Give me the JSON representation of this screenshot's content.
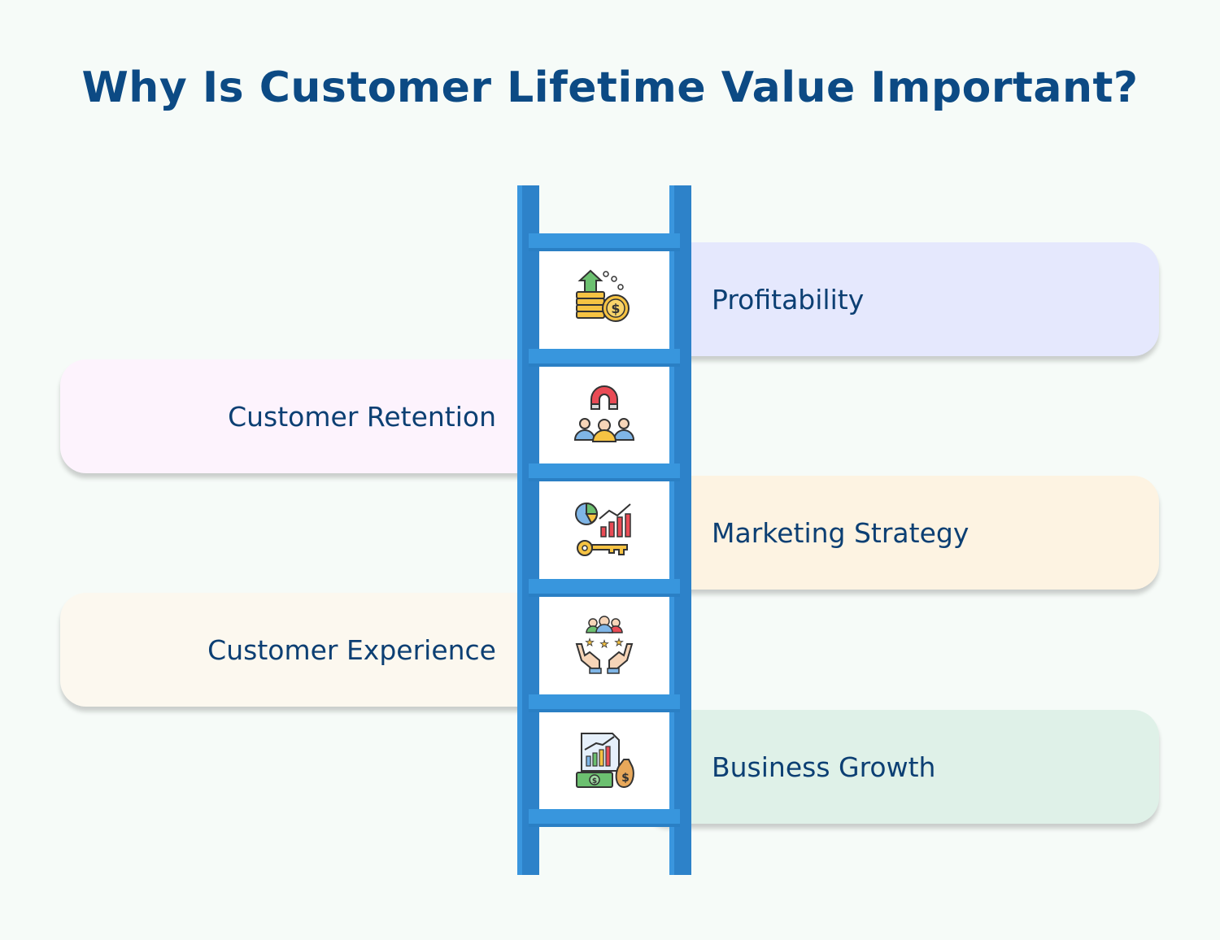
{
  "title": "Why Is Customer Lifetime Value Important?",
  "steps": [
    {
      "label": "Profitability",
      "side": "right",
      "color": "#e5e8fd",
      "icon": "coins-growth-icon"
    },
    {
      "label": "Customer Retention",
      "side": "left",
      "color": "#fdf3fd",
      "icon": "magnet-customers-icon"
    },
    {
      "label": "Marketing Strategy",
      "side": "right",
      "color": "#fdf3e2",
      "icon": "chart-key-icon"
    },
    {
      "label": "Customer Experience",
      "side": "left",
      "color": "#fcf8ef",
      "icon": "hands-stars-icon"
    },
    {
      "label": "Business Growth",
      "side": "right",
      "color": "#dff1e8",
      "icon": "growth-money-icon"
    }
  ],
  "colors": {
    "title": "#0c4a84",
    "ladder": "#2d82c9",
    "text": "#0c3f73"
  }
}
